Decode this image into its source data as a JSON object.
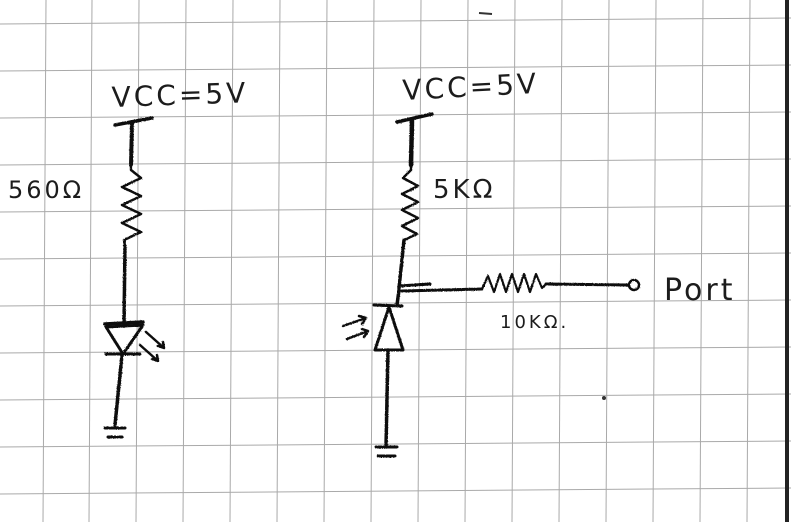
{
  "left_circuit": {
    "supply_label": "VCC=5V",
    "resistor_label": "560Ω"
  },
  "right_circuit": {
    "supply_label": "VCC=5V",
    "pullup_label": "5KΩ",
    "series_label": "10KΩ.",
    "port_label": "Port"
  }
}
